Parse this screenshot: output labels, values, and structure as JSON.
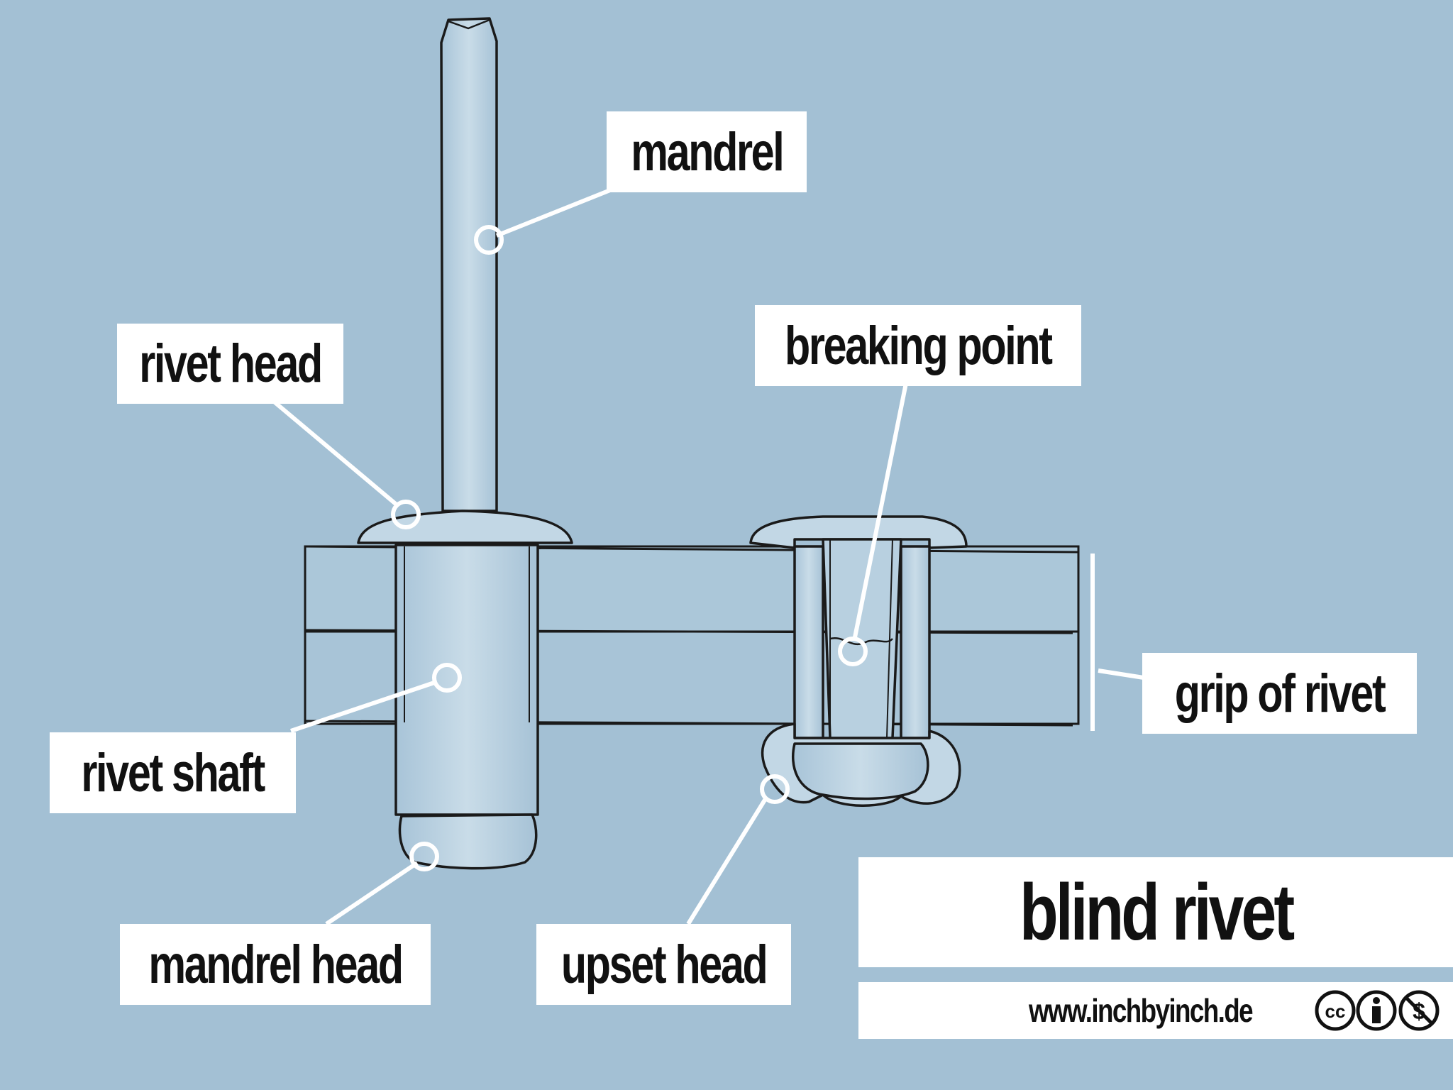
{
  "labels": {
    "mandrel": "mandrel",
    "rivet_head": "rivet head",
    "breaking_point": "breaking point",
    "grip_of_rivet": "grip of rivet",
    "rivet_shaft": "rivet shaft",
    "mandrel_head": "mandrel head",
    "upset_head": "upset head"
  },
  "title": "blind rivet",
  "url": "www.inchbyinch.de",
  "license_icons": [
    "cc-icon",
    "attribution-icon",
    "noncommercial-icon"
  ],
  "colors": {
    "background": "#a3c0d4",
    "rivet_fill": "#bcd3e2",
    "label_box": "#ffffff",
    "outline": "#1a1a1a",
    "leader_line": "#ffffff"
  }
}
